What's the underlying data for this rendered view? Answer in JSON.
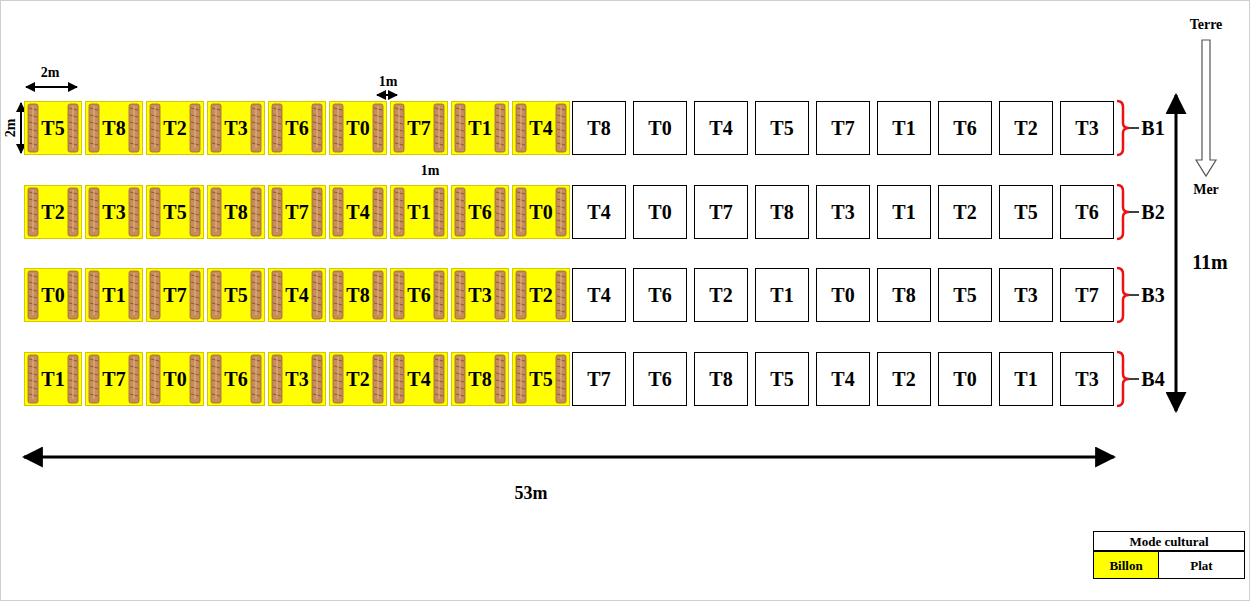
{
  "diagram": {
    "nodes": [
      {
        "text": [
          "T5"
        ]
      },
      {
        "text": [
          "T8"
        ]
      },
      {
        "text": [
          "T2"
        ]
      },
      {
        "text": [
          "T3"
        ]
      },
      {
        "text": [
          "T6"
        ]
      },
      {
        "text": [
          "T0"
        ]
      },
      {
        "text": [
          "T7"
        ]
      },
      {
        "text": [
          "T1"
        ]
      },
      {
        "text": [
          "T4"
        ]
      },
      {
        "text": [
          "T8"
        ]
      },
      {
        "text": [
          "T0"
        ]
      },
      {
        "text": [
          "T4"
        ]
      },
      {
        "text": [
          "T5"
        ]
      },
      {
        "text": [
          "T7"
        ]
      },
      {
        "text": [
          "T1"
        ]
      },
      {
        "text": [
          "T6"
        ]
      },
      {
        "text": [
          "T2"
        ]
      },
      {
        "text": [
          "T3"
        ]
      },
      {
        "text": [
          "T2"
        ]
      },
      {
        "text": [
          "T3"
        ]
      },
      {
        "text": [
          "T5"
        ]
      },
      {
        "text": [
          "T8"
        ]
      },
      {
        "text": [
          "T7"
        ]
      },
      {
        "text": [
          "T4"
        ]
      },
      {
        "text": [
          "T1"
        ]
      },
      {
        "text": [
          "T6"
        ]
      },
      {
        "text": [
          "T0"
        ]
      },
      {
        "text": [
          "T4"
        ]
      },
      {
        "text": [
          "T0"
        ]
      },
      {
        "text": [
          "T7"
        ]
      },
      {
        "text": [
          "T8"
        ]
      },
      {
        "text": [
          "T3"
        ]
      },
      {
        "text": [
          "T1"
        ]
      },
      {
        "text": [
          "T2"
        ]
      },
      {
        "text": [
          "T5"
        ]
      },
      {
        "text": [
          "T6"
        ]
      },
      {
        "text": [
          "T0"
        ]
      },
      {
        "text": [
          "T1"
        ]
      },
      {
        "text": [
          "T7"
        ]
      },
      {
        "text": [
          "T5"
        ]
      },
      {
        "text": [
          "T4"
        ]
      },
      {
        "text": [
          "T8"
        ]
      },
      {
        "text": [
          "T6"
        ]
      },
      {
        "text": [
          "T3"
        ]
      },
      {
        "text": [
          "T2"
        ]
      },
      {
        "text": [
          "T4"
        ]
      },
      {
        "text": [
          "T6"
        ]
      },
      {
        "text": [
          "T2"
        ]
      },
      {
        "text": [
          "T1"
        ]
      },
      {
        "text": [
          "T0"
        ]
      },
      {
        "text": [
          "T8"
        ]
      },
      {
        "text": [
          "T5"
        ]
      },
      {
        "text": [
          "T3"
        ]
      },
      {
        "text": [
          "T7"
        ]
      },
      {
        "text": [
          "T1"
        ]
      },
      {
        "text": [
          "T7"
        ]
      },
      {
        "text": [
          "T0"
        ]
      },
      {
        "text": [
          "T6"
        ]
      },
      {
        "text": [
          "T3"
        ]
      },
      {
        "text": [
          "T2"
        ]
      },
      {
        "text": [
          "T4"
        ]
      },
      {
        "text": [
          "T8"
        ]
      },
      {
        "text": [
          "T5"
        ]
      },
      {
        "text": [
          "T7"
        ]
      },
      {
        "text": [
          "T6"
        ]
      },
      {
        "text": [
          "T8"
        ]
      },
      {
        "text": [
          "T5"
        ]
      },
      {
        "text": [
          "T4"
        ]
      },
      {
        "text": [
          "T2"
        ]
      },
      {
        "text": [
          "T0"
        ]
      },
      {
        "text": [
          "T1"
        ]
      },
      {
        "text": [
          "T3"
        ]
      }
    ],
    "labels": [
      "2m",
      "2m",
      "1m",
      "1m",
      "B1",
      "B2",
      "B3",
      "B4",
      "11m",
      "53m",
      "Terre",
      "Mer",
      "Mode cultural"
    ],
    "legend": [
      {
        "text": "Billon",
        "color": "#ffff00"
      },
      {
        "text": "Plat",
        "color": "#ffffff"
      }
    ]
  }
}
